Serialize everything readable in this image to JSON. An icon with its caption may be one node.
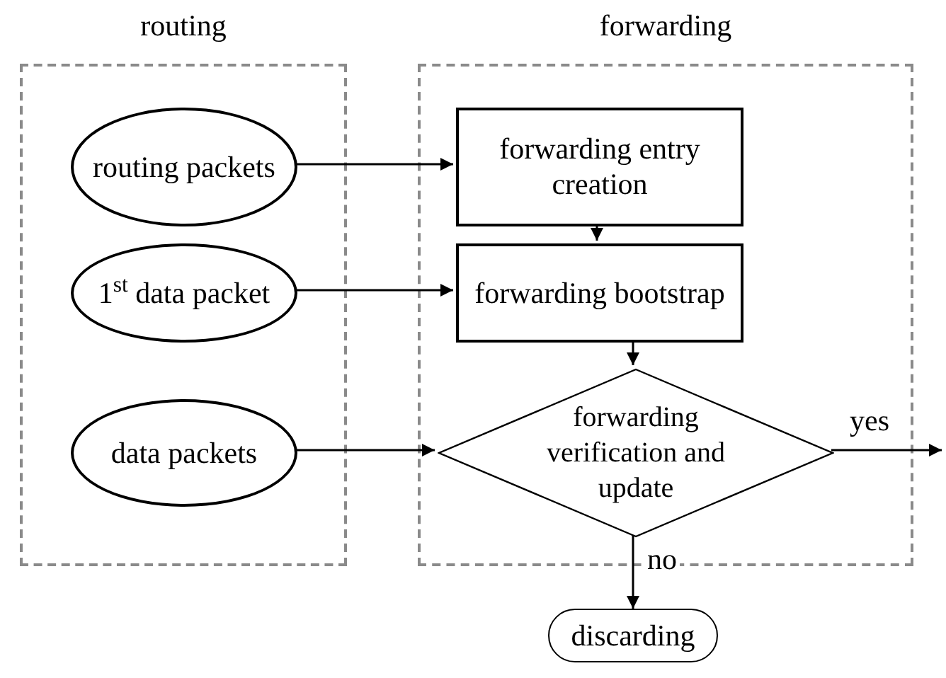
{
  "diagram": {
    "nodes": [
      {
        "text": [
          "routing"
        ]
      },
      {
        "text": [
          "routing packets"
        ],
        "in": 0
      },
      {
        "text": [
          "1$^{st}$ data packet"
        ],
        "in": 0
      },
      {
        "text": [
          "data packets"
        ],
        "in": 0
      },
      {
        "text": [
          "forwarding"
        ]
      },
      {
        "text": [
          "forwarding entry creation"
        ],
        "in": 4
      },
      {
        "text": [
          "forwarding bootstrap"
        ],
        "in": 4
      },
      {
        "text": [
          "forwarding verification and update"
        ],
        "in": 4
      },
      {
        "text": [
          "discarding"
        ]
      }
    ],
    "edges": [
      {
        "from": 1,
        "to": 5,
        "arrow": "to"
      },
      {
        "from": 2,
        "to": 6,
        "arrow": "to"
      },
      {
        "from": 3,
        "to": 7,
        "arrow": "to"
      },
      {
        "from": 5,
        "to": 6,
        "arrow": "to"
      },
      {
        "from": 6,
        "to": 7,
        "arrow": "to"
      },
      {
        "from": 7,
        "to": null,
        "arrow": "to",
        "label": "yes"
      },
      {
        "from": 7,
        "to": 8,
        "arrow": "to",
        "label": "no"
      }
    ]
  }
}
